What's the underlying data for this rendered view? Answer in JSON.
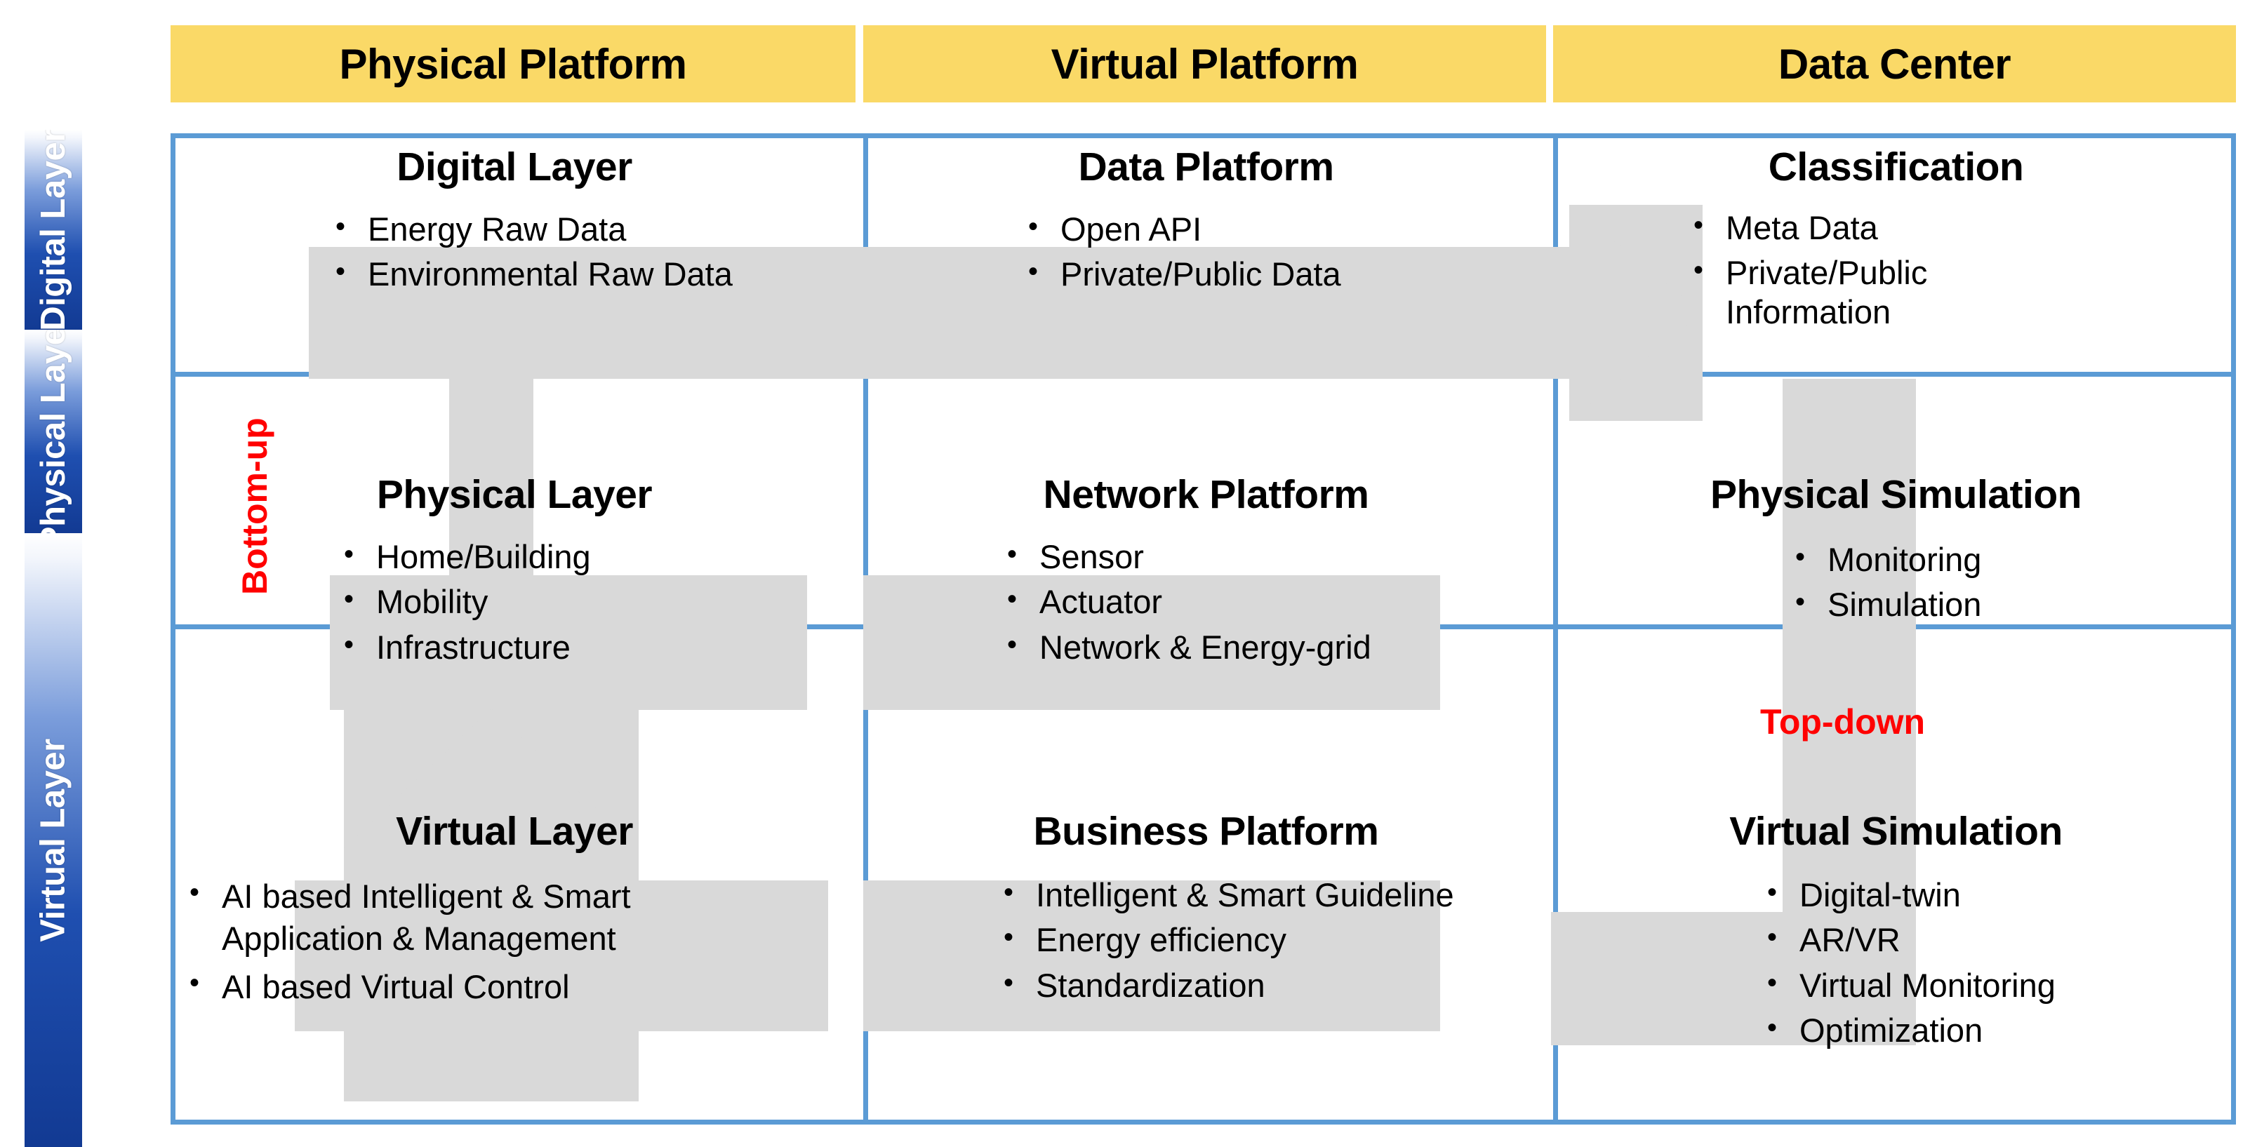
{
  "columns": [
    {
      "id": "physical-platform",
      "label": "Physical Platform"
    },
    {
      "id": "virtual-platform",
      "label": "Virtual Platform"
    },
    {
      "id": "data-center",
      "label": "Data Center"
    }
  ],
  "rows": [
    {
      "id": "digital-layer",
      "label": "Digital Layer"
    },
    {
      "id": "physical-layer",
      "label": "Physical Layer"
    },
    {
      "id": "virtual-layer",
      "label": "Virtual Layer"
    }
  ],
  "cells": {
    "digital_physical": {
      "title": "Digital Layer",
      "items": [
        "Energy Raw Data",
        "Environmental Raw Data"
      ]
    },
    "digital_virtual": {
      "title": "Data Platform",
      "items": [
        "Open API",
        "Private/Public Data"
      ]
    },
    "digital_data": {
      "title": "Classification",
      "items": [
        "Meta Data",
        "Private/Public Information"
      ]
    },
    "physical_physical": {
      "title": "Physical Layer",
      "items": [
        "Home/Building",
        "Mobility",
        "Infrastructure"
      ]
    },
    "physical_virtual": {
      "title": "Network Platform",
      "items": [
        "Sensor",
        "Actuator",
        "Network & Energy-grid"
      ]
    },
    "physical_data": {
      "title": "Physical Simulation",
      "items": [
        "Monitoring",
        "Simulation"
      ]
    },
    "virtual_physical": {
      "title": "Virtual Layer",
      "items": [
        "AI based Intelligent & Smart Application & Management",
        "AI based Virtual Control"
      ]
    },
    "virtual_virtual": {
      "title": "Business Platform",
      "items": [
        "Intelligent & Smart Guideline",
        "Energy efficiency",
        "Standardization"
      ]
    },
    "virtual_data": {
      "title": "Virtual Simulation",
      "items": [
        "Digital-twin",
        "AR/VR",
        "Virtual Monitoring",
        "Optimization"
      ]
    }
  },
  "annotations": {
    "bottom_up": "Bottom-up",
    "top_down": "Top-down"
  },
  "colors": {
    "header_yellow": "#FAD967",
    "grid_blue": "#5B9BD5",
    "sidebar_blue": "#1F4FB0",
    "shape_gray": "#D9D9D9",
    "accent_red": "#FF0000"
  }
}
